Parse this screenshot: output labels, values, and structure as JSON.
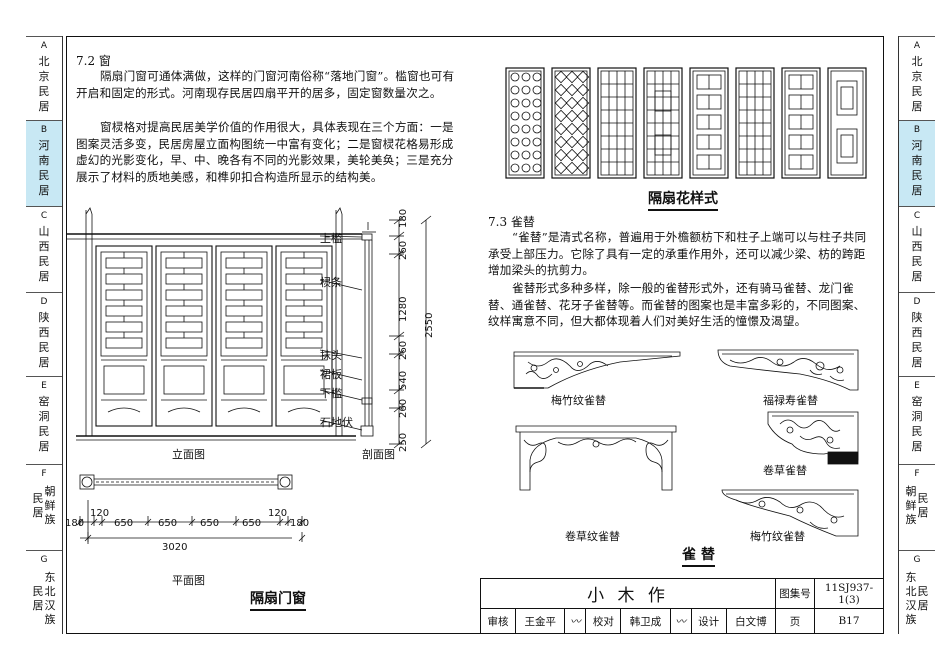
{
  "sidebar": {
    "tabs": [
      {
        "letter": "A",
        "name": "北京民居",
        "highlight": false
      },
      {
        "letter": "B",
        "name": "河南民居",
        "highlight": true
      },
      {
        "letter": "C",
        "name": "山西民居",
        "highlight": false
      },
      {
        "letter": "D",
        "name": "陕西民居",
        "highlight": false
      },
      {
        "letter": "E",
        "name": "窑洞民居",
        "highlight": false
      },
      {
        "letter": "F",
        "name_col1": "民居",
        "name_col2": "朝鲜族",
        "highlight": false
      },
      {
        "letter": "G",
        "name_col1": "民居",
        "name_col2": "东北汉族",
        "highlight": false
      }
    ]
  },
  "sec72": {
    "heading": "7.2 窗",
    "p1": "隔扇门窗可通体满做，这样的门窗河南俗称“落地门窗”。槛窗也可有开启和固定的形式。河南现存民居四扇平开的居多，固定窗数量次之。",
    "p2": "窗棂格对提高民居美学价值的作用很大，具体表现在三个方面：一是图案灵活多变，民居房屋立面构图统一中富有变化；二是窗棂花格易形成虚幻的光影变化，早、中、晚各有不同的光影效果，美轮美奂；三是充分展示了材料的质地美感，和榫卯扣合构造所显示的结构美。"
  },
  "patterns": {
    "title": "隔扇花样式"
  },
  "sec73": {
    "heading": "7.3 雀替",
    "p1": "“雀替”是清式名称，普遍用于外檐额枋下和柱子上端可以与柱子共同承受上部压力。它除了具有一定的承重作用外，还可以减少梁、枋的跨距增加梁头的抗剪力。",
    "p2": "雀替形式多种多样，除一般的雀替形式外，还有骑马雀替、龙门雀替、通雀替、花牙子雀替等。而雀替的图案也是丰富多彩的，不同图案、纹样寓意不同，但大都体现着人们对美好生活的憧憬及渴望。"
  },
  "elevation": {
    "caption": "立面图",
    "section_caption": "剖面图",
    "plan_caption": "平面图",
    "title": "隔扇门窗",
    "labels": [
      "上槛",
      "棂条",
      "抹头",
      "裙板",
      "下槛",
      "石地伏"
    ],
    "vdims": [
      "180",
      "260",
      "1280",
      "260",
      "540",
      "260",
      "250"
    ],
    "vtotal": "2550",
    "hdims": [
      "180",
      "120",
      "650",
      "650",
      "650",
      "650",
      "120",
      "180"
    ],
    "htotal": "3020"
  },
  "queti": {
    "items": [
      "梅竹纹雀替",
      "福禄寿雀替",
      "卷草雀替",
      "卷草纹雀替",
      "梅竹纹雀替"
    ],
    "title": "雀 替"
  },
  "titleblock": {
    "name": "小 木 作",
    "atlas_label": "图集号",
    "atlas_no": "11SJ937-1(3)",
    "review_label": "审核",
    "reviewer": "王金平",
    "check_label": "校对",
    "checker": "韩卫成",
    "design_label": "设计",
    "designer": "白文博",
    "page_label": "页",
    "page_no": "B17"
  }
}
